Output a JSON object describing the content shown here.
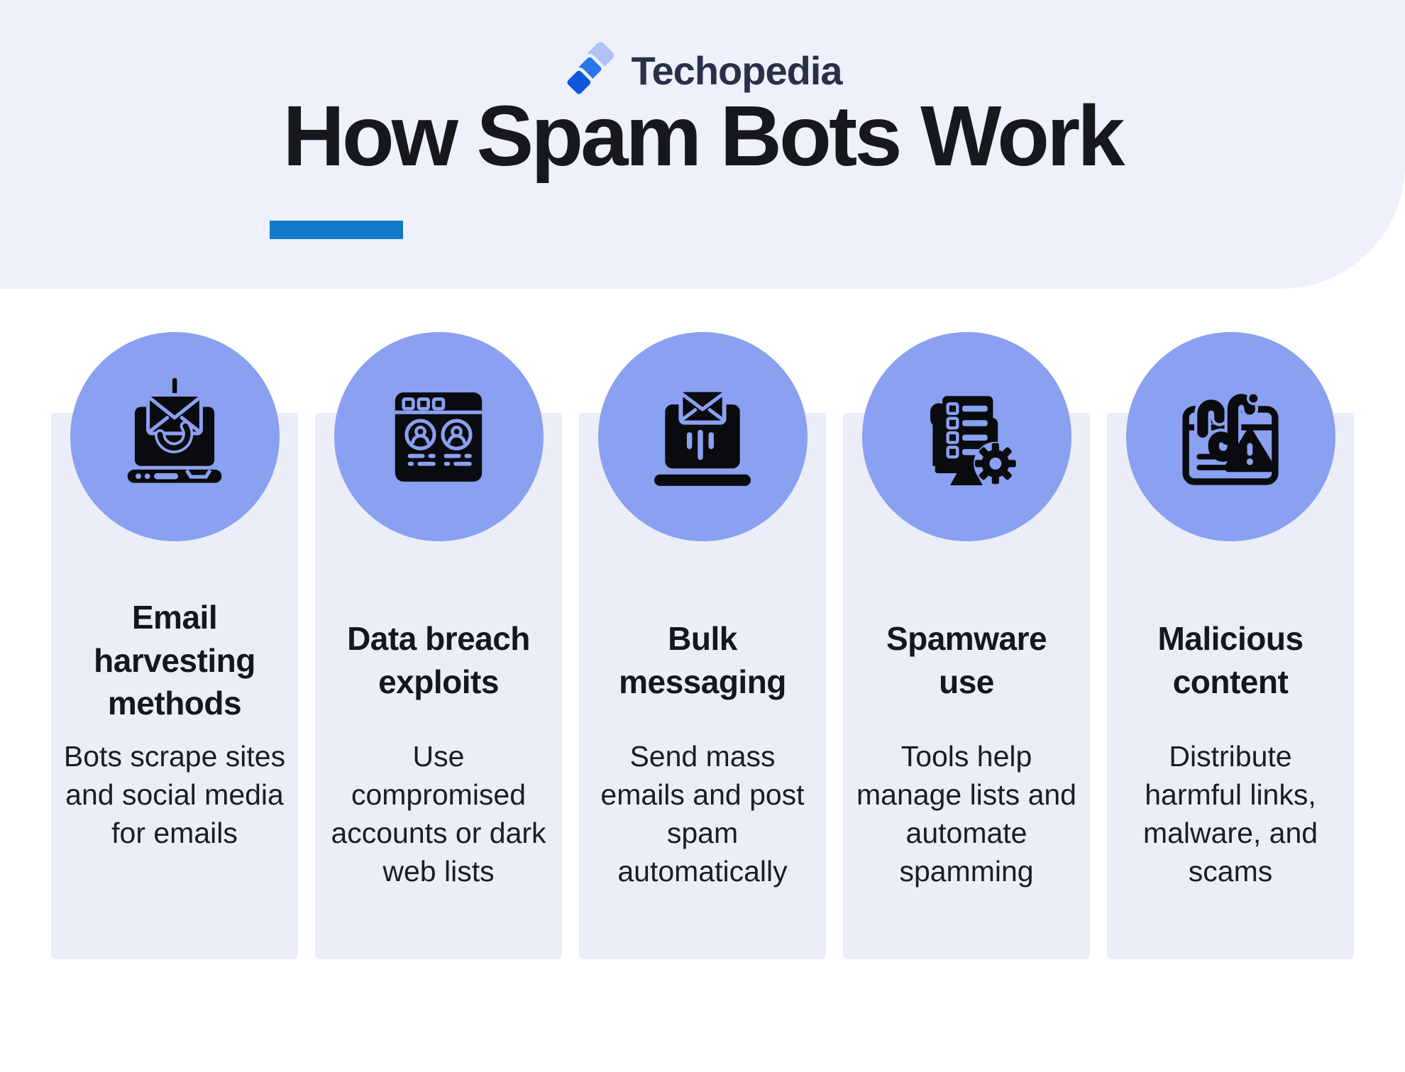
{
  "page": {
    "background": "#ffffff",
    "header_background": "#EEF1FB",
    "underline_color": "#1179C8",
    "circle_color": "#8AA0F0",
    "column_background": "#EBEEF9"
  },
  "logo": {
    "brand": "Techopedia",
    "icon": "techopedia-layers-icon",
    "colors": {
      "dark": "#0F56D9",
      "mid": "#2B74EA",
      "light": "#AEC2F5",
      "text": "#2A3047"
    }
  },
  "title": "How Spam Bots Work",
  "columns": [
    {
      "icon": "laptop-email-hook-icon",
      "title": "Email harvesting methods",
      "description": "Bots scrape sites and social media for emails"
    },
    {
      "icon": "browser-accounts-icon",
      "title": "Data breach exploits",
      "description": "Use compromised accounts or dark web lists"
    },
    {
      "icon": "laptop-envelope-send-icon",
      "title": "Bulk messaging",
      "description": "Send mass emails and post spam automatically"
    },
    {
      "icon": "document-list-gear-icon",
      "title": "Spamware use",
      "description": "Tools help manage lists and automate spamming"
    },
    {
      "icon": "browser-worm-warning-icon",
      "title": "Malicious content",
      "description": "Distribute harmful links, malware, and scams"
    }
  ]
}
